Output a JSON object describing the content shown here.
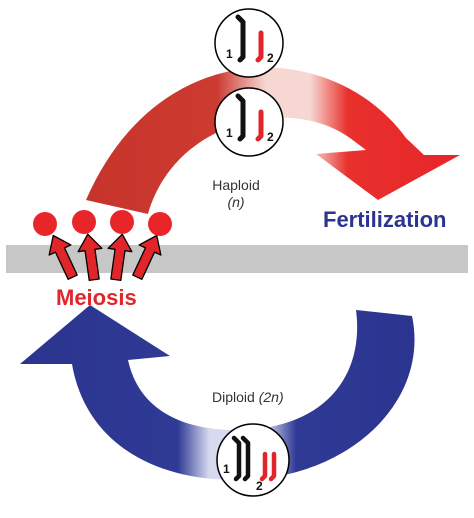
{
  "labels": {
    "haploid": "Haploid",
    "haploid_ploidy": "(n)",
    "fertilization": "Fertilization",
    "meiosis": "Meiosis",
    "diploid": "Diploid",
    "diploid_ploidy": "(2n)"
  },
  "chromosome_numbers": {
    "gamete_top": [
      "1",
      "2"
    ],
    "gamete_bottom": [
      "1",
      "2"
    ],
    "zygote": [
      "1",
      "2"
    ]
  },
  "colors": {
    "haploid_arrow": "#c7342b",
    "fertilization_arrow": "#e6262a",
    "diploid_arrow": "#2b3590",
    "membrane": "#c7c7c7",
    "chromosome_1": "#111111",
    "chromosome_2": "#e0262a"
  }
}
